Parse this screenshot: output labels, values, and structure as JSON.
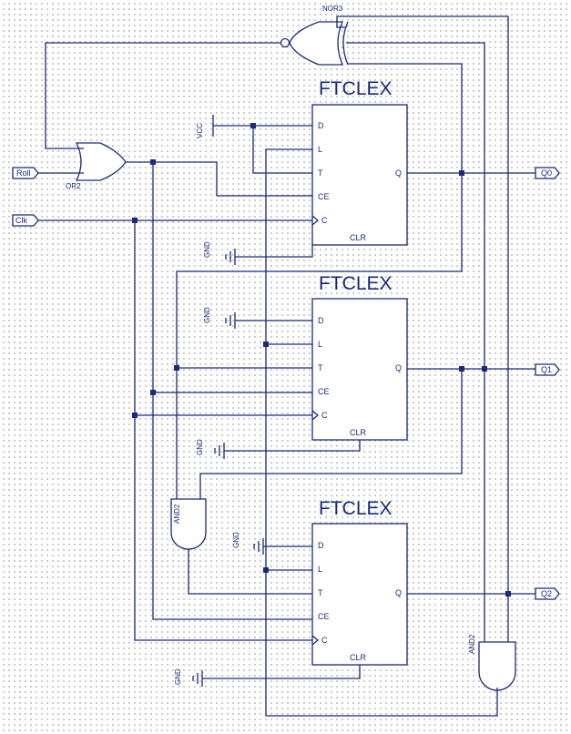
{
  "flipflops": [
    {
      "title": "FTCLEX",
      "pins": {
        "d": "D",
        "l": "L",
        "t": "T",
        "ce": "CE",
        "c": "C",
        "clr": "CLR",
        "q": "Q"
      }
    },
    {
      "title": "FTCLEX",
      "pins": {
        "d": "D",
        "l": "L",
        "t": "T",
        "ce": "CE",
        "c": "C",
        "clr": "CLR",
        "q": "Q"
      }
    },
    {
      "title": "FTCLEX",
      "pins": {
        "d": "D",
        "l": "L",
        "t": "T",
        "ce": "CE",
        "c": "C",
        "clr": "CLR",
        "q": "Q"
      }
    }
  ],
  "gates": {
    "nor": "NOR3",
    "or": "OR2",
    "and_mid": "AND2",
    "and_bottom": "AND2"
  },
  "ports": {
    "roll": "Roll",
    "clk": "Clk",
    "q0": "Q0",
    "q1": "Q1",
    "q2": "Q2"
  },
  "supplies": {
    "vcc": "VCC",
    "gnd": "GND"
  },
  "colors": {
    "wire": "#1a2a7a",
    "grid": "#9aa0a6",
    "background": "#ffffff"
  }
}
